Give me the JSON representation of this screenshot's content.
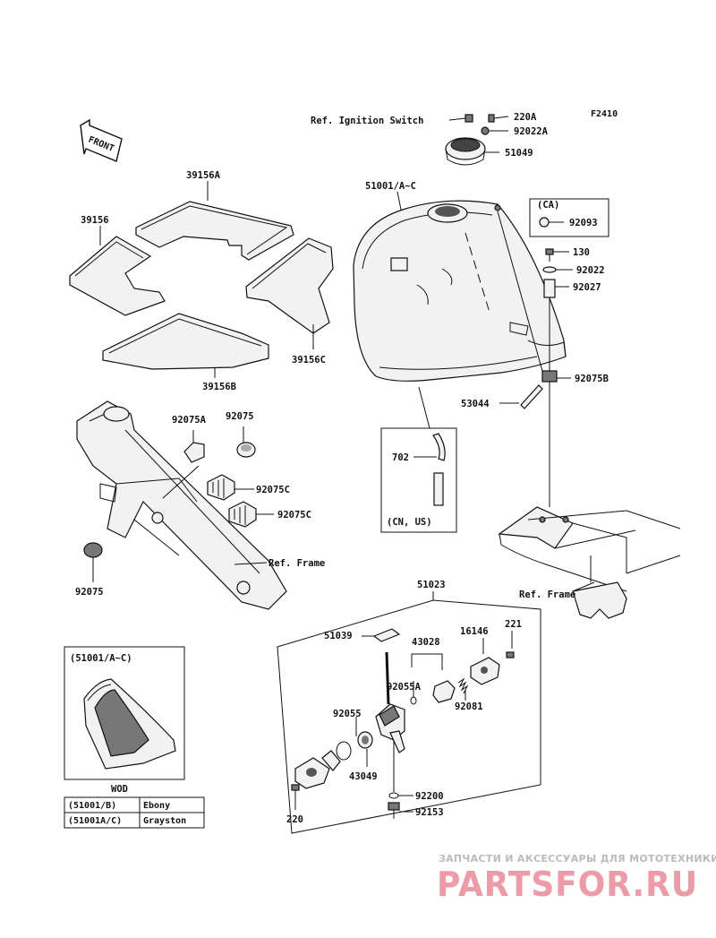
{
  "figure_code": "F2410",
  "front_label": "FRONT",
  "watermark": {
    "top": "ЗАПЧАСТИ И АКСЕССУАРЫ ДЛЯ МОТОТЕХНИКИ",
    "main": "PARTSFOR.RU"
  },
  "parts": {
    "ref_ignition": "Ref. Ignition Switch",
    "p220A": "220A",
    "p92022A": "92022A",
    "p51049": "51049",
    "p51001": "51001/A~C",
    "ca_title": "(CA)",
    "p92093": "92093",
    "p130": "130",
    "p92022": "92022",
    "p92027": "92027",
    "p92075B": "92075B",
    "p53044": "53044",
    "p702": "702",
    "cn_us": "(CN, US)",
    "ref_frame_right": "Ref. Frame",
    "p39156A": "39156A",
    "p39156": "39156",
    "p39156C": "39156C",
    "p39156B": "39156B",
    "p92075A": "92075A",
    "p92075_top": "92075",
    "p92075C_1": "92075C",
    "p92075C_2": "92075C",
    "ref_frame_left": "Ref. Frame",
    "p92075_bottom": "92075",
    "p51023": "51023",
    "p51039": "51039",
    "p43028": "43028",
    "p16146": "16146",
    "p221": "221",
    "p92055A": "92055A",
    "p92081": "92081",
    "p92055": "92055",
    "p43049": "43049",
    "p92200": "92200",
    "p92153": "92153",
    "p220": "220"
  },
  "inset": {
    "title": "(51001/A~C)",
    "caption": "WOD",
    "rows": [
      {
        "code": "(51001/B)",
        "color": "Ebony"
      },
      {
        "code": "(51001A/C)",
        "color": "Grayston"
      }
    ]
  }
}
